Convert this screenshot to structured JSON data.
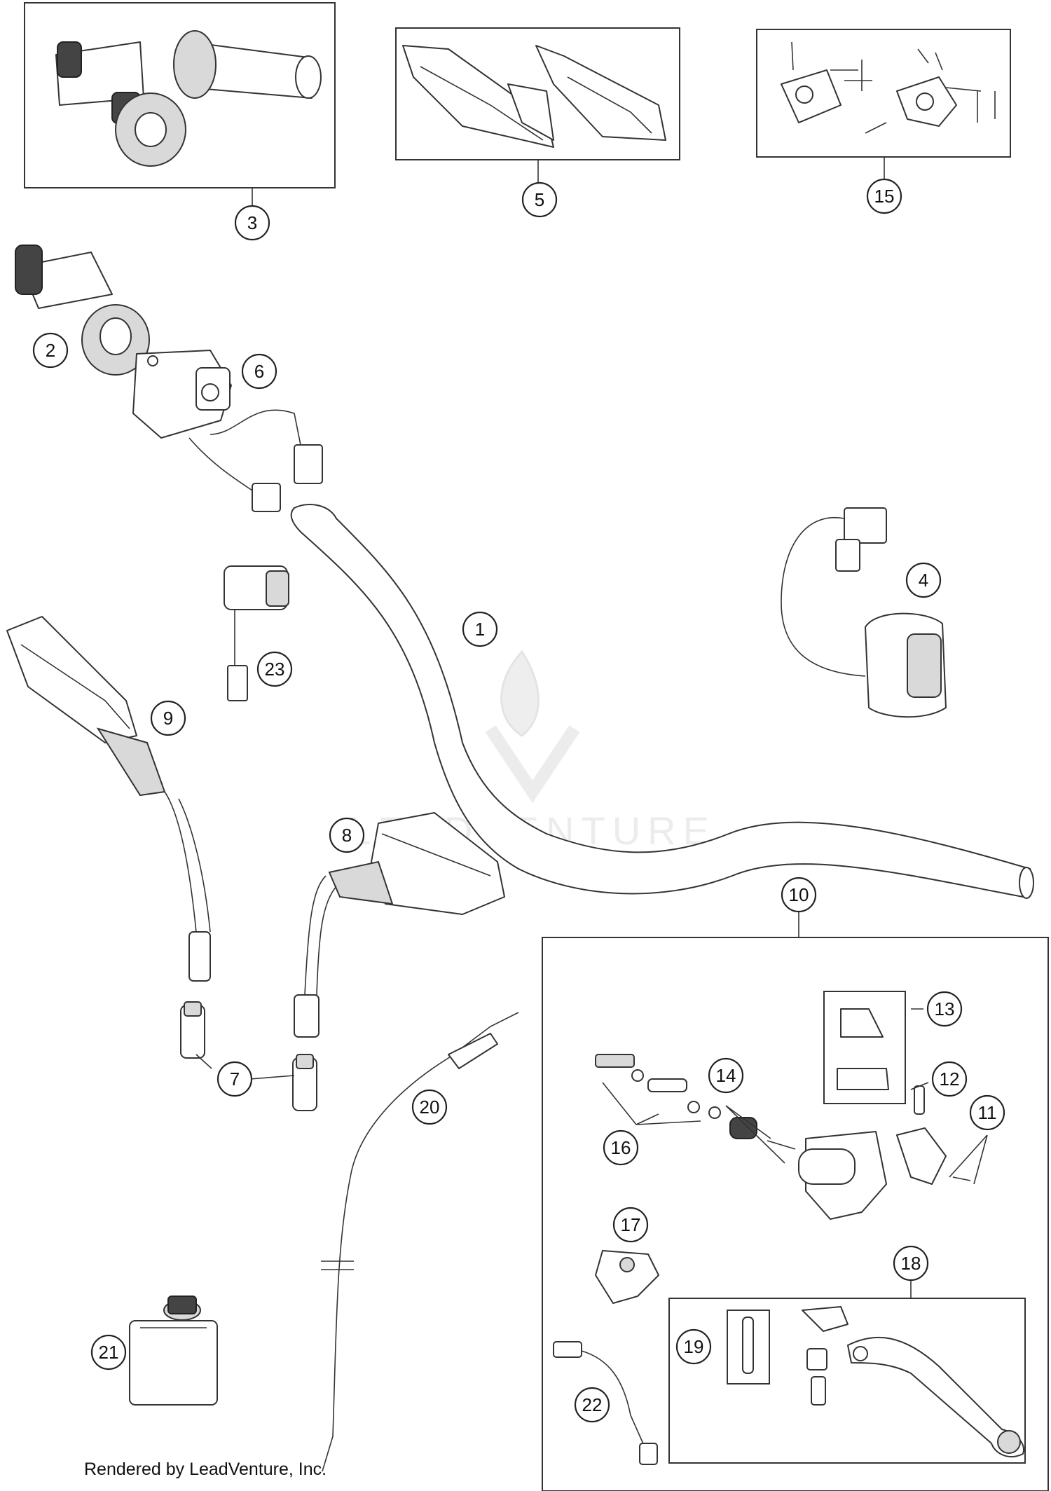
{
  "diagram": {
    "credit_text": "Rendered by LeadVenture, Inc.",
    "watermark_text": "LEADVENTURE",
    "callouts": [
      "1",
      "2",
      "3",
      "4",
      "5",
      "6",
      "7",
      "8",
      "9",
      "10",
      "11",
      "12",
      "13",
      "14",
      "15",
      "16",
      "17",
      "18",
      "19",
      "20",
      "21",
      "22",
      "23"
    ]
  }
}
